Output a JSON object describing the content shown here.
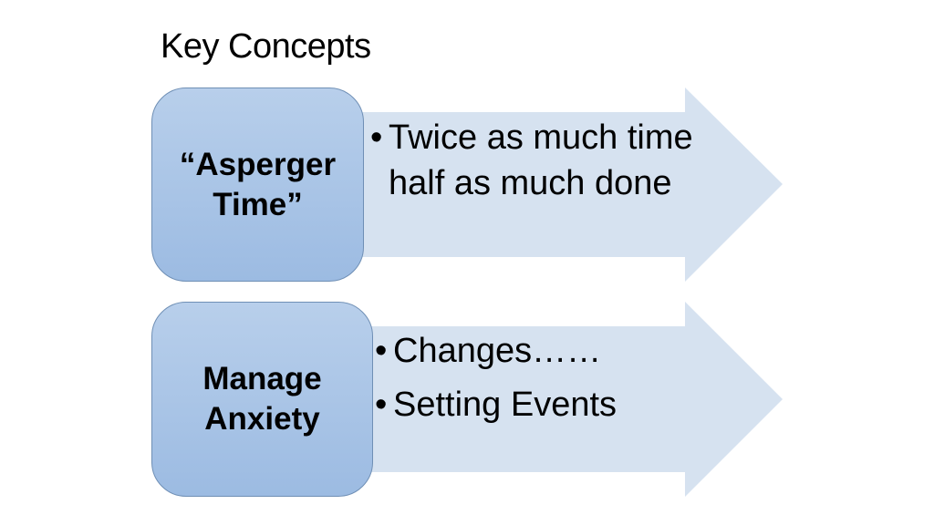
{
  "title": "Key Concepts",
  "concepts": [
    {
      "label_line1": "“Asperger",
      "label_line2": "Time”",
      "bullets": [
        "Twice as much time half as much done"
      ]
    },
    {
      "label_line1": "Manage",
      "label_line2": "Anxiety",
      "bullets": [
        "Changes……",
        "Setting Events"
      ]
    }
  ],
  "colors": {
    "arrow_fill": "#d6e2f0",
    "box_fill_top": "#b8cfeb",
    "box_fill_bottom": "#9cbbe2",
    "box_border": "#6f8fb5"
  }
}
